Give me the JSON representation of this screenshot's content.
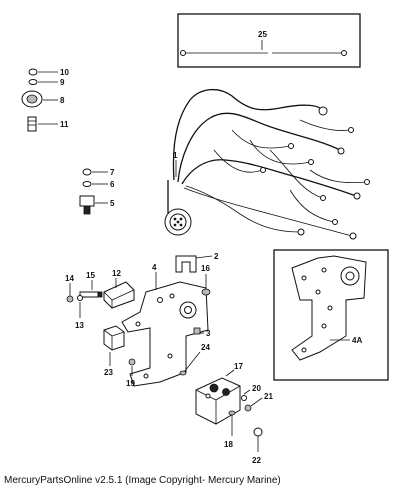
{
  "callouts": {
    "c1": "1",
    "c2": "2",
    "c3": "3",
    "c4": "4",
    "c4a": "4A",
    "c5": "5",
    "c6": "6",
    "c7": "7",
    "c8": "8",
    "c9": "9",
    "c10": "10",
    "c11": "11",
    "c12": "12",
    "c13": "13",
    "c14": "14",
    "c15": "15",
    "c16": "16",
    "c17": "17",
    "c18": "18",
    "c19": "19",
    "c20": "20",
    "c21": "21",
    "c22": "22",
    "c23": "23",
    "c24": "24",
    "c25": "25"
  },
  "caption": "MercuryPartsOnline v2.5.1 (Image Copyright- Mercury Marine)"
}
